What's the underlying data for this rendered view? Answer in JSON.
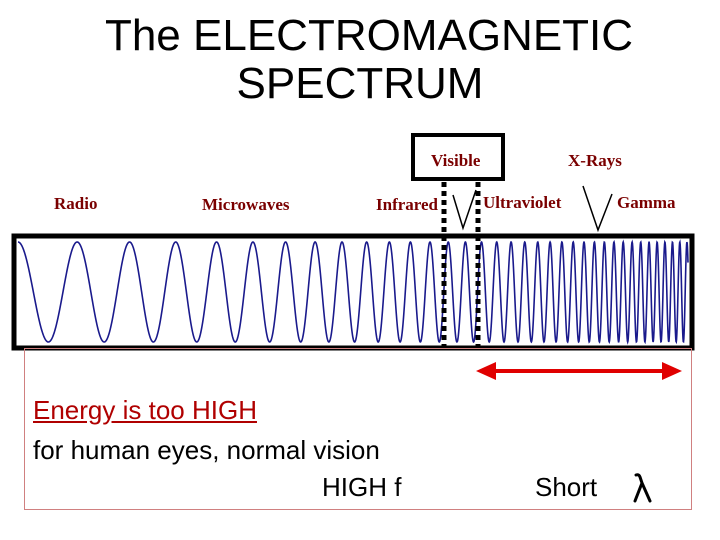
{
  "title": {
    "line1": "The ELECTROMAGNETIC",
    "line2": "SPECTRUM"
  },
  "bands": {
    "radio": "Radio",
    "microwaves": "Microwaves",
    "infrared": "Infrared",
    "visible": "Visible",
    "ultraviolet": "Ultraviolet",
    "xrays": "X-Rays",
    "gamma": "Gamma"
  },
  "caption": {
    "energy": "Energy is too HIGH",
    "eyes": "for human eyes, normal vision",
    "frequency": "HIGH  f",
    "wavelength": "Short"
  },
  "icons": {
    "wavelength_symbol": "lambda-icon",
    "range_arrow": "double-arrow-icon"
  },
  "colors": {
    "wave": "#1a1a8c",
    "label": "#7a0000",
    "arrow": "#e00000",
    "highlight_text": "#b00000"
  }
}
